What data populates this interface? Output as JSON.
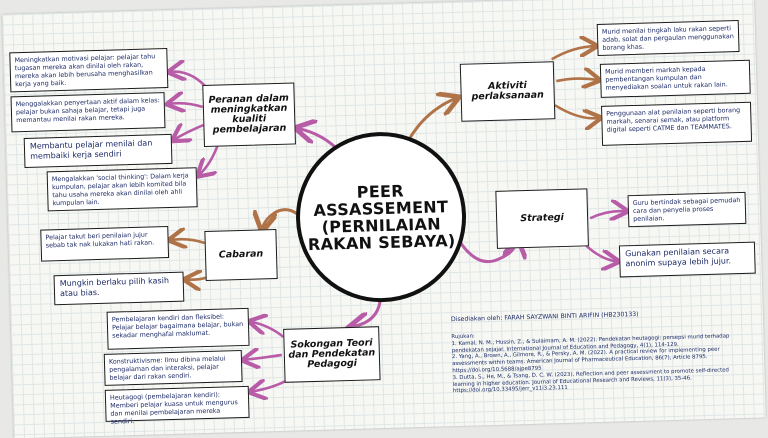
{
  "central_topic": "PEER ASSASSEMENT (PERNILAIAN RAKAN SEBAYA)",
  "nodes": {
    "peranan": "Peranan dalam meningkatkan kualiti pembelajaran",
    "aktiviti": "Aktiviti perlaksanaan",
    "strategi": "Strategi",
    "cabaran": "Cabaran",
    "sokongan": "Sokongan Teori dan Pendekatan Pedagogi"
  },
  "leaves": {
    "peranan": [
      "Meningkatkan motivasi pelajar: pelajar tahu tugasan mereka akan dinilai oleh rakan, mereka akan lebih berusaha menghasilkan kerja yang baik.",
      "Menggalakkan penyertaan aktif dalam kelas: pelajar bukan sahaja belajar, tetapi juga memantau menilai rakan mereka.",
      "Membantu pelajar menilai dan membaiki kerja sendiri",
      "Mengalakkan 'social thinking': Dalam kerja kumpulan, pelajar akan lebih komited bila tahu usaha mereka akan dinilai oleh ahli kumpulan lain."
    ],
    "aktiviti": [
      "Murid menilai tingkah laku rakan seperti adab, solat dan pergaulan menggunakan borang khas.",
      "Murid memberi markah kepada pembentangan kumpulan dan menyediakan soalan untuk rakan lain.",
      "Penggunaan alat penilaian seperti borang markah, senarai semak, atau platform digital seperti CATME dan TEAMMATES."
    ],
    "strategi": [
      "Guru bertindak sebagai pemudah cara dan penyelia proses penilaian.",
      "Gunakan penilaian secara anonim supaya lebih jujur."
    ],
    "cabaran": [
      "Pelajar takut beri penilaian jujur sebab tak nak lukakan hati rakan.",
      "Mungkin berlaku pilih kasih atau bias."
    ],
    "sokongan": [
      "Pembelajaran kendiri dan fleksibel: Pelajar belajar bagaimana belajar, bukan sekadar menghafal maklumat.",
      "Konstruktivisme: Ilmu dibina melalui pengalaman dan interaksi, pelajar belajar dari rakan sendiri.",
      "Heutagogi (pembelajaran kendiri): Memberi pelajar kuasa untuk mengurus dan menilai pembelajaran mereka sendiri."
    ]
  },
  "prepared_by": "Disediakan oleh: FARAH SAYZWANI BINTI ARIFIN (HB230133)",
  "references_title": "Rujukan:",
  "references": [
    "1. Kamal, N. M., Hussin, Z., & Sulaimam, A. M. (2022). Pendekatan heutagogi: persepsi murid terhadap pendekatan sejajar. International Journal of Education and Pedagogy, 4(1), 114-129.",
    "2. Yang, A., Brown, A., Gilmore, R., & Persky, A. M. (2022). A practical review for implementing peer assessments within teams. American Journal of Pharmaceutical Education, 86(7), Article 8795. https://doi.org/10.5688/ajpe8795",
    "3. Dutta, S., He, M., & Tsang, D. C. W. (2023). Reflection and peer assessment to promote self-directed learning in higher education. Journal of Educational Research and Reviews, 11(3), 35-46. https://doi.org/10.33495/jerr_v11i3.23.111"
  ],
  "colors": {
    "arrow_brown": "#b07348",
    "arrow_pink": "#b85ca8",
    "text_navy": "#1d2b66",
    "grid": "#dfe6e6"
  }
}
